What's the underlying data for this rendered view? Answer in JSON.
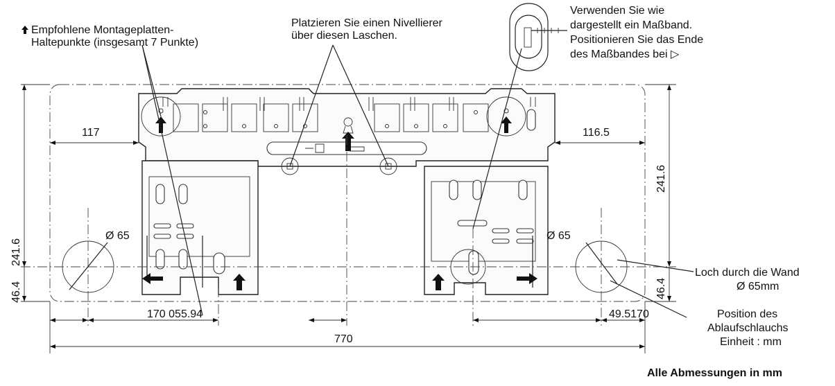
{
  "labels": {
    "mount_points": "Empfohlene Montageplatten-",
    "mount_points_2": "Haltepunkte (insgesamt 7 Punkte)",
    "leveler": "Platzieren Sie einen Nivellierer",
    "leveler_2": "über diesen Laschen.",
    "tape_1": "Verwenden Sie wie",
    "tape_2": "dargestellt ein Maßband.",
    "tape_3": "Positionieren Sie das Ende",
    "tape_4": "des Maßbandes bei ▷",
    "wall_hole_1": "Loch durch die Wand",
    "wall_hole_2": "Ø 65mm",
    "drain_1": "Position des",
    "drain_2": "Ablaufschlauchs",
    "drain_3": "Einheit : mm",
    "footer": "Alle Abmessungen in mm"
  },
  "dimensions": {
    "left_offset": "117",
    "right_offset": "116.5",
    "right_height": "241.6",
    "left_height": "241.6",
    "left_low": "46.4",
    "right_low": "46.4",
    "left_dia": "Ø 65",
    "right_dia": "Ø 65",
    "bottom_left": "170 055.94",
    "bottom_right": "49.5170",
    "total_width": "770"
  }
}
